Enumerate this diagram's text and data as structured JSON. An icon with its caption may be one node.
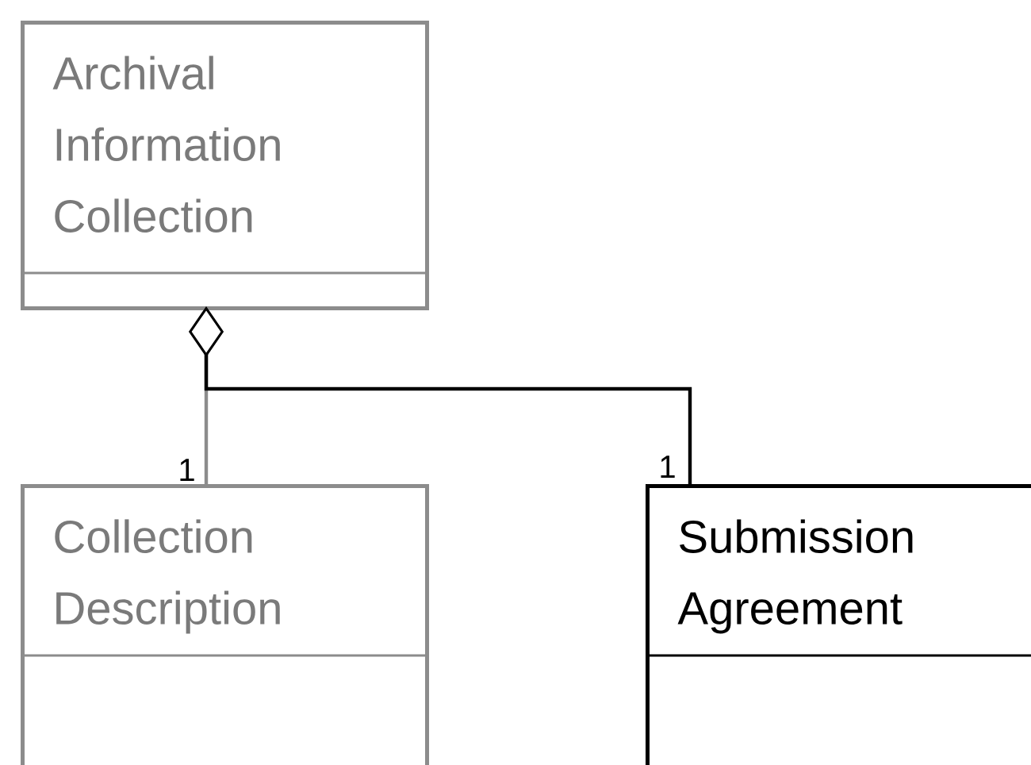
{
  "diagram": {
    "nodes": [
      {
        "text": [
          "Archival Information Collection"
        ]
      },
      {
        "text": [
          "Collection Description"
        ]
      },
      {
        "text": [
          "Submission Agreement"
        ]
      }
    ],
    "edges": [
      {
        "from": 0,
        "to": 1,
        "arrow": "other",
        "color": "#8c8c8c"
      },
      {
        "from": 0,
        "to": 2,
        "arrow": "other",
        "color": "#000000"
      }
    ],
    "labels": [
      "1",
      "1"
    ]
  }
}
